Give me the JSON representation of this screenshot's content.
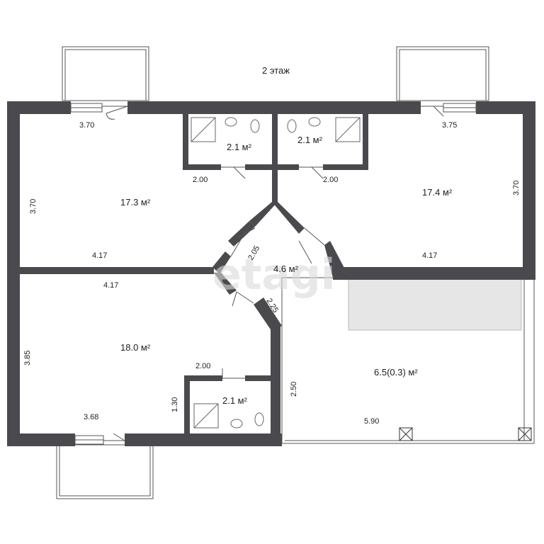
{
  "title": "2 этаж",
  "watermark": "etagi",
  "rooms": {
    "room_top_left": {
      "area": "17.3 м²",
      "dims": [
        "3.70",
        "3.70",
        "4.17",
        "2.00"
      ]
    },
    "bath_top_left": {
      "area": "2.1 м²"
    },
    "bath_top_right": {
      "area": "2.1 м²",
      "dim": "2.00"
    },
    "room_top_right": {
      "area": "17.4 м²",
      "dims": [
        "3.75",
        "3.70",
        "4.17"
      ]
    },
    "hall": {
      "area": "4.6 м²",
      "dims": [
        "2.05",
        "2.25"
      ]
    },
    "room_bottom_left": {
      "area": "18.0 м²",
      "dims": [
        "4.17",
        "3.85",
        "3.68",
        "2.00",
        "1.30"
      ]
    },
    "bath_bottom": {
      "area": "2.1 м²"
    },
    "terrace": {
      "area": "6.5(0.3) м²",
      "dims": [
        "2.50",
        "5.90"
      ]
    }
  }
}
